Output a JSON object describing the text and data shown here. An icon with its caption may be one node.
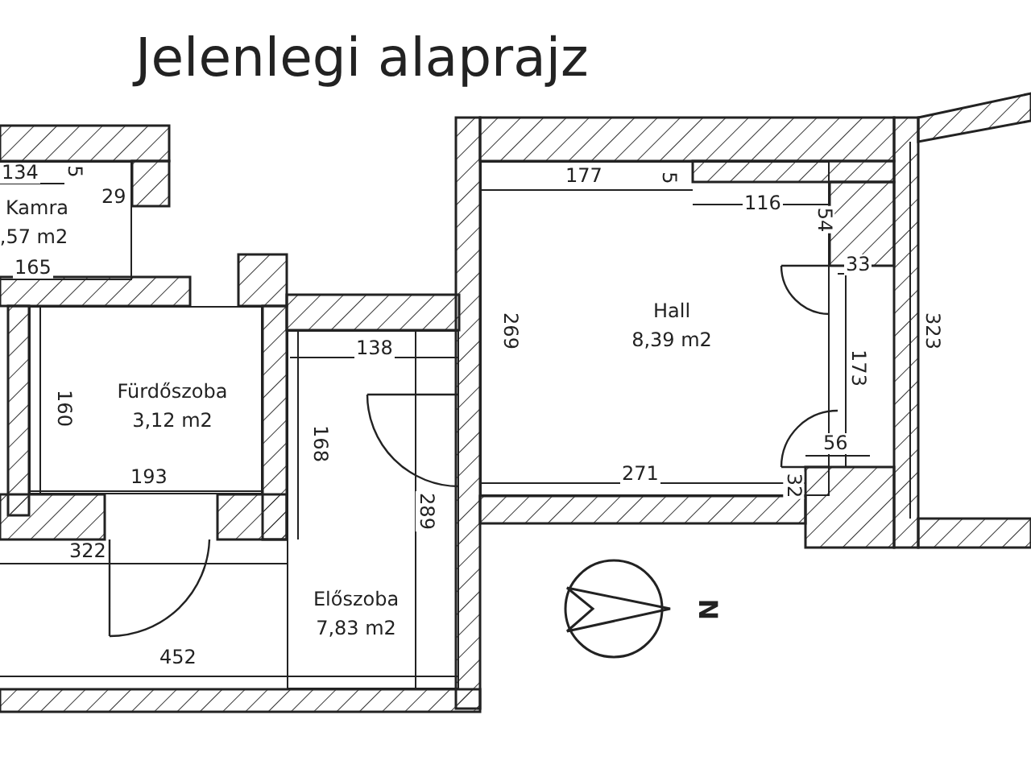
{
  "diagram": {
    "title": "Jelenlegi alaprajz",
    "nodes": [
      {
        "text": [
          "Kamra",
          ",57 m2"
        ]
      },
      {
        "text": [
          "Hall",
          "8,39 m2"
        ]
      },
      {
        "text": [
          "Fürdőszoba",
          "3,12 m2"
        ]
      },
      {
        "text": [
          "Előszoba",
          "7,83 m2"
        ]
      }
    ],
    "labels": [
      "134",
      "5",
      "29",
      "165",
      "177",
      "5",
      "116",
      "54",
      "33",
      "269",
      "323",
      "138",
      "160",
      "168",
      "173",
      "193",
      "56",
      "271",
      "32",
      "289",
      "322",
      "452",
      "N"
    ]
  }
}
